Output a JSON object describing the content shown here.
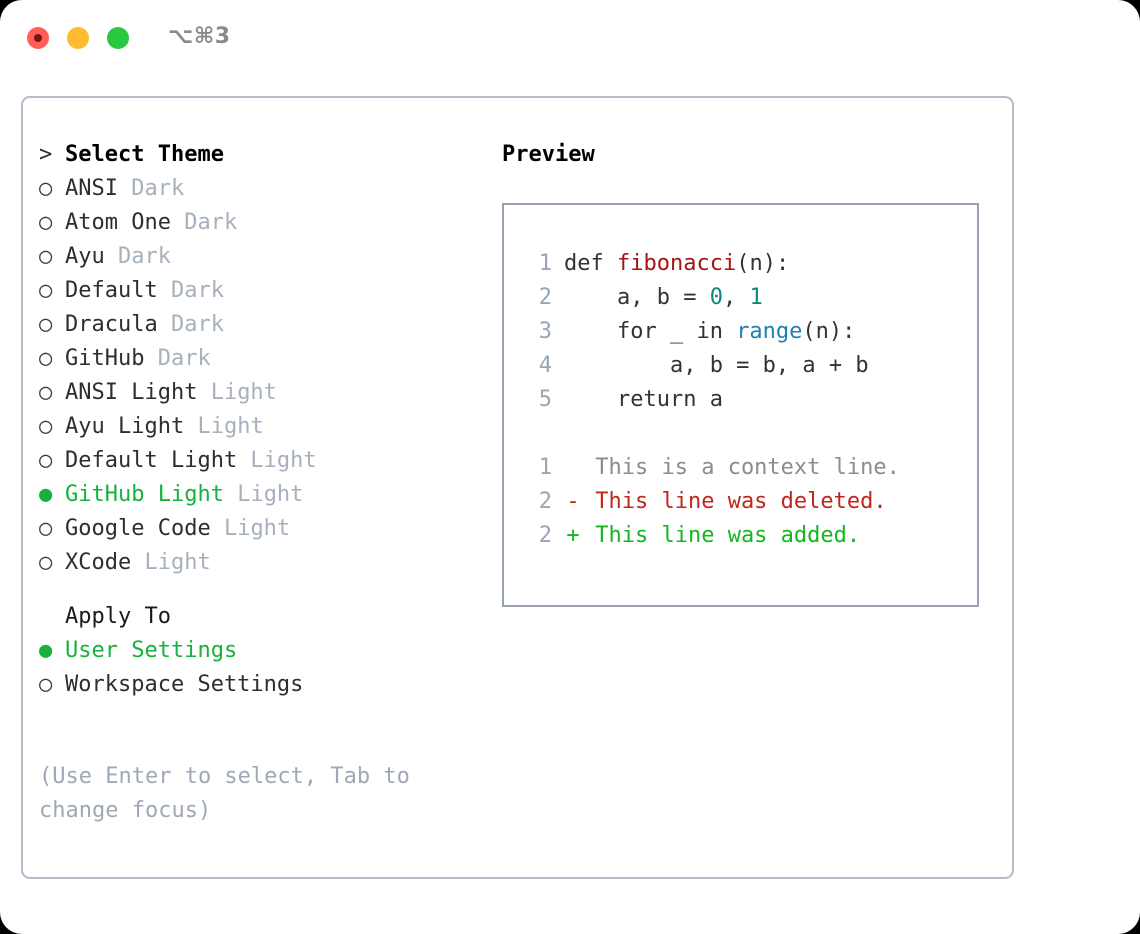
{
  "titlebar": {
    "shortcut": "⌥⌘3",
    "buttons": [
      "close",
      "minimize",
      "maximize"
    ]
  },
  "theme_list": {
    "header_marker": ">",
    "header": "Select Theme",
    "items": [
      {
        "marker": "○",
        "name": "ANSI",
        "suffix": "Dark",
        "selected": false
      },
      {
        "marker": "○",
        "name": "Atom One",
        "suffix": "Dark",
        "selected": false
      },
      {
        "marker": "○",
        "name": "Ayu",
        "suffix": "Dark",
        "selected": false
      },
      {
        "marker": "○",
        "name": "Default",
        "suffix": "Dark",
        "selected": false
      },
      {
        "marker": "○",
        "name": "Dracula",
        "suffix": "Dark",
        "selected": false
      },
      {
        "marker": "○",
        "name": "GitHub",
        "suffix": "Dark",
        "selected": false
      },
      {
        "marker": "○",
        "name": "ANSI Light",
        "suffix": "Light",
        "selected": false
      },
      {
        "marker": "○",
        "name": "Ayu Light",
        "suffix": "Light",
        "selected": false
      },
      {
        "marker": "○",
        "name": "Default Light",
        "suffix": "Light",
        "selected": false
      },
      {
        "marker": "●",
        "name": "GitHub Light",
        "suffix": "Light",
        "selected": true
      },
      {
        "marker": "○",
        "name": "Google Code",
        "suffix": "Light",
        "selected": false
      },
      {
        "marker": "○",
        "name": "XCode",
        "suffix": "Light",
        "selected": false
      }
    ]
  },
  "apply_to": {
    "header": "Apply To",
    "items": [
      {
        "marker": "●",
        "name": "User Settings",
        "selected": true
      },
      {
        "marker": "○",
        "name": "Workspace Settings",
        "selected": false
      }
    ]
  },
  "hint": "(Use Enter to select, Tab to\nchange focus)",
  "preview": {
    "title": "Preview",
    "code_lines": [
      {
        "n": "1",
        "segments": [
          {
            "t": "def ",
            "c": "plain"
          },
          {
            "t": "fibonacci",
            "c": "func"
          },
          {
            "t": "(n):",
            "c": "plain"
          }
        ]
      },
      {
        "n": "2",
        "segments": [
          {
            "t": "    a, b = ",
            "c": "plain"
          },
          {
            "t": "0",
            "c": "num"
          },
          {
            "t": ", ",
            "c": "plain"
          },
          {
            "t": "1",
            "c": "num"
          }
        ]
      },
      {
        "n": "3",
        "segments": [
          {
            "t": "    for _ in ",
            "c": "plain"
          },
          {
            "t": "range",
            "c": "call"
          },
          {
            "t": "(n):",
            "c": "plain"
          }
        ]
      },
      {
        "n": "4",
        "segments": [
          {
            "t": "        a, b = b, a + b",
            "c": "plain"
          }
        ]
      },
      {
        "n": "5",
        "segments": [
          {
            "t": "    return a",
            "c": "plain"
          }
        ]
      }
    ],
    "diff_lines": [
      {
        "n": "1",
        "mark": " ",
        "text": "This is a context line.",
        "kind": "ctx"
      },
      {
        "n": "2",
        "mark": "-",
        "text": "This line was deleted.",
        "kind": "del"
      },
      {
        "n": "2",
        "mark": "+",
        "text": "This line was added.",
        "kind": "add"
      }
    ]
  },
  "colors": {
    "selected_green": "#17b23d",
    "suffix_gray": "#a7b0bd",
    "hint_gray": "#9fa8b5",
    "diff_add": "#11b81e",
    "diff_del": "#c0271a",
    "func_red": "#a31515",
    "num_teal": "#0a8a7a",
    "call_blue": "#1f80b5",
    "border": "#b4bcc8",
    "preview_border": "#97a1b0",
    "dot_close": "#ff5f57",
    "dot_min": "#febc2e",
    "dot_max": "#28c840"
  }
}
